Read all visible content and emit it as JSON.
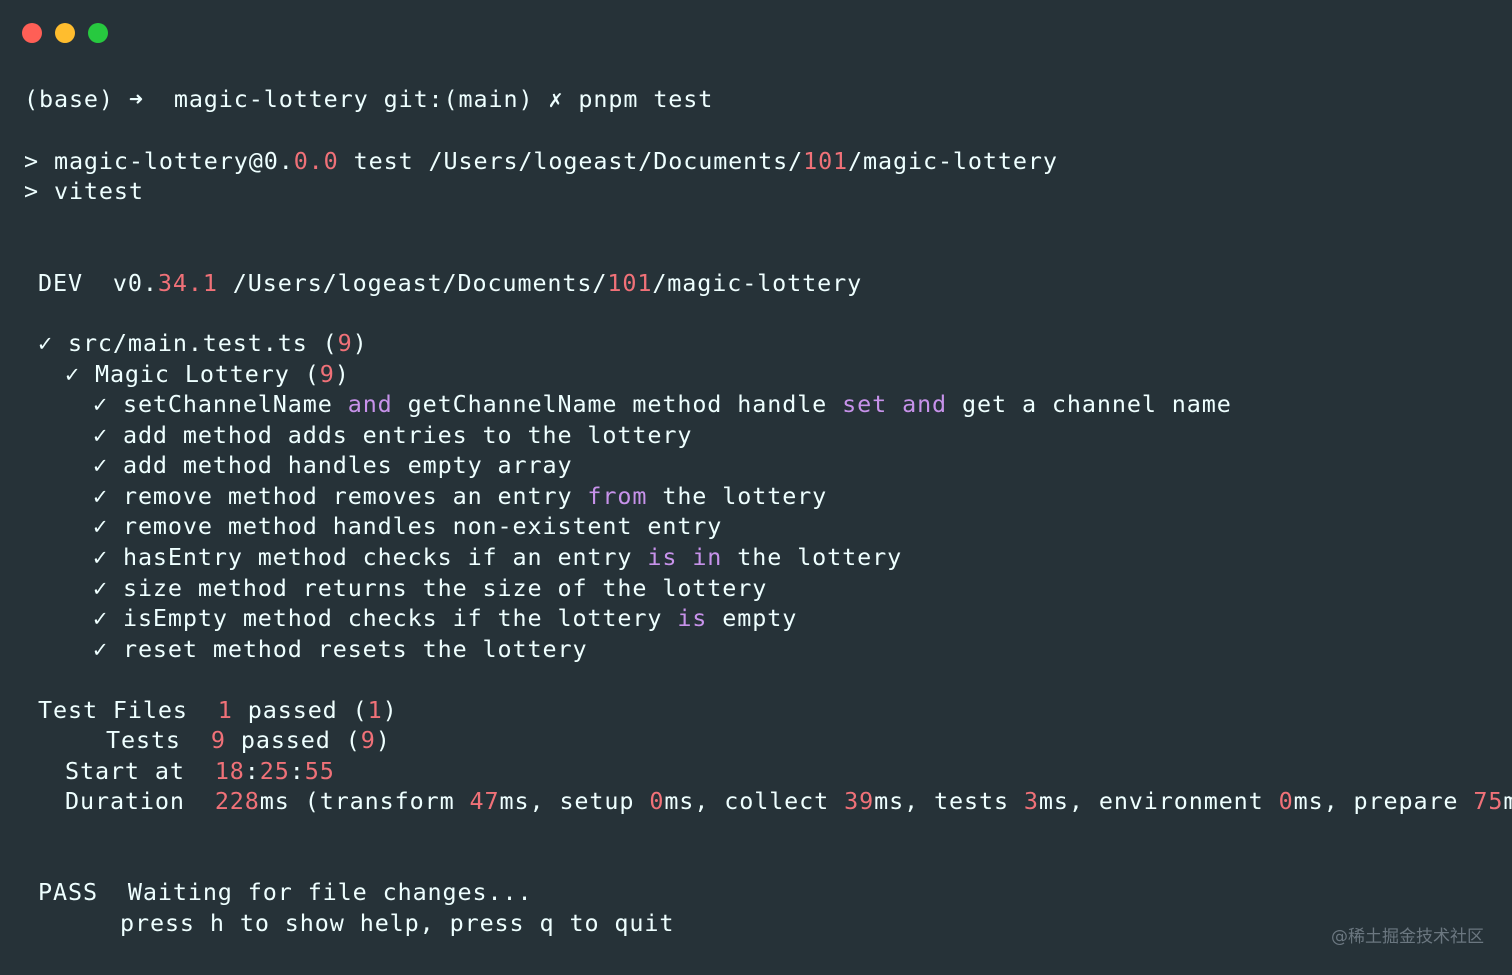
{
  "window": {
    "controls": {
      "close_color": "#ff5f56",
      "minimize_color": "#ffbd2e",
      "zoom_color": "#27c93f"
    }
  },
  "theme": {
    "background": "#263238",
    "foreground": "#eeffff",
    "number_color": "#f07178",
    "keyword_color": "#c792ea"
  },
  "terminal": {
    "prompt": {
      "env": "(base)",
      "arrow": "➜",
      "dir": "magic-lottery",
      "git_prefix": "git:(",
      "branch": "main",
      "git_suffix": ")",
      "dirty": "✗",
      "command": "pnpm test"
    },
    "script": {
      "line1_prefix": "> magic-lottery@0.",
      "line1_num": "0.0",
      "line1_mid": " test /Users/logeast/Documents/",
      "line1_dir_num": "101",
      "line1_suffix": "/magic-lottery",
      "line2": "> vitest"
    },
    "dev": {
      "label": "DEV",
      "version_prefix": "v0.",
      "version_num": "34.1",
      "path_prefix": " /Users/logeast/Documents/",
      "path_num": "101",
      "path_suffix": "/magic-lottery"
    },
    "suite": {
      "file_line": "✓ src/main.test.ts (",
      "file_count": "9",
      "file_close": ")",
      "describe_line": "✓ Magic Lottery (",
      "describe_count": "9",
      "describe_close": ")"
    },
    "tests": [
      {
        "check": "✓",
        "parts": [
          {
            "t": "setChannelName "
          },
          {
            "t": "and",
            "kw": true
          },
          {
            "t": " getChannelName method handle "
          },
          {
            "t": "set",
            "kw": true
          },
          {
            "t": " "
          },
          {
            "t": "and",
            "kw": true
          },
          {
            "t": " get a channel name"
          }
        ]
      },
      {
        "check": "✓",
        "parts": [
          {
            "t": "add method adds entries to the lottery"
          }
        ]
      },
      {
        "check": "✓",
        "parts": [
          {
            "t": "add method handles empty array"
          }
        ]
      },
      {
        "check": "✓",
        "parts": [
          {
            "t": "remove method removes an entry "
          },
          {
            "t": "from",
            "kw": true
          },
          {
            "t": " the lottery"
          }
        ]
      },
      {
        "check": "✓",
        "parts": [
          {
            "t": "remove method handles non-existent entry"
          }
        ]
      },
      {
        "check": "✓",
        "parts": [
          {
            "t": "hasEntry method checks if an entry "
          },
          {
            "t": "is",
            "kw": true
          },
          {
            "t": " "
          },
          {
            "t": "in",
            "kw": true
          },
          {
            "t": " the lottery"
          }
        ]
      },
      {
        "check": "✓",
        "parts": [
          {
            "t": "size method returns the size of the lottery"
          }
        ]
      },
      {
        "check": "✓",
        "parts": [
          {
            "t": "isEmpty method checks if the lottery "
          },
          {
            "t": "is",
            "kw": true
          },
          {
            "t": " empty"
          }
        ]
      },
      {
        "check": "✓",
        "parts": [
          {
            "t": "reset method resets the lottery"
          }
        ]
      }
    ],
    "summary": {
      "test_files": {
        "label": "Test Files",
        "count": "1",
        "word": " passed (",
        "total": "1",
        "close": ")"
      },
      "tests": {
        "label": "Tests",
        "count": "9",
        "word": " passed (",
        "total": "9",
        "close": ")"
      },
      "start": {
        "label": "Start at",
        "hh": "18",
        "mm": "25",
        "ss": "55"
      },
      "duration": {
        "label": "Duration",
        "parts": [
          {
            "t": "228",
            "num": true
          },
          {
            "t": "ms (transform "
          },
          {
            "t": "47",
            "num": true
          },
          {
            "t": "ms, setup "
          },
          {
            "t": "0",
            "num": true
          },
          {
            "t": "ms, collect "
          },
          {
            "t": "39",
            "num": true
          },
          {
            "t": "ms, tests "
          },
          {
            "t": "3",
            "num": true
          },
          {
            "t": "ms, environment "
          },
          {
            "t": "0",
            "num": true
          },
          {
            "t": "ms, prepare "
          },
          {
            "t": "75",
            "num": true
          },
          {
            "t": "ms)"
          }
        ]
      }
    },
    "pass": {
      "label": "PASS",
      "message": "Waiting for file changes...",
      "help": "press h to show help, press q to quit"
    }
  },
  "watermark": "@稀土掘金技术社区"
}
